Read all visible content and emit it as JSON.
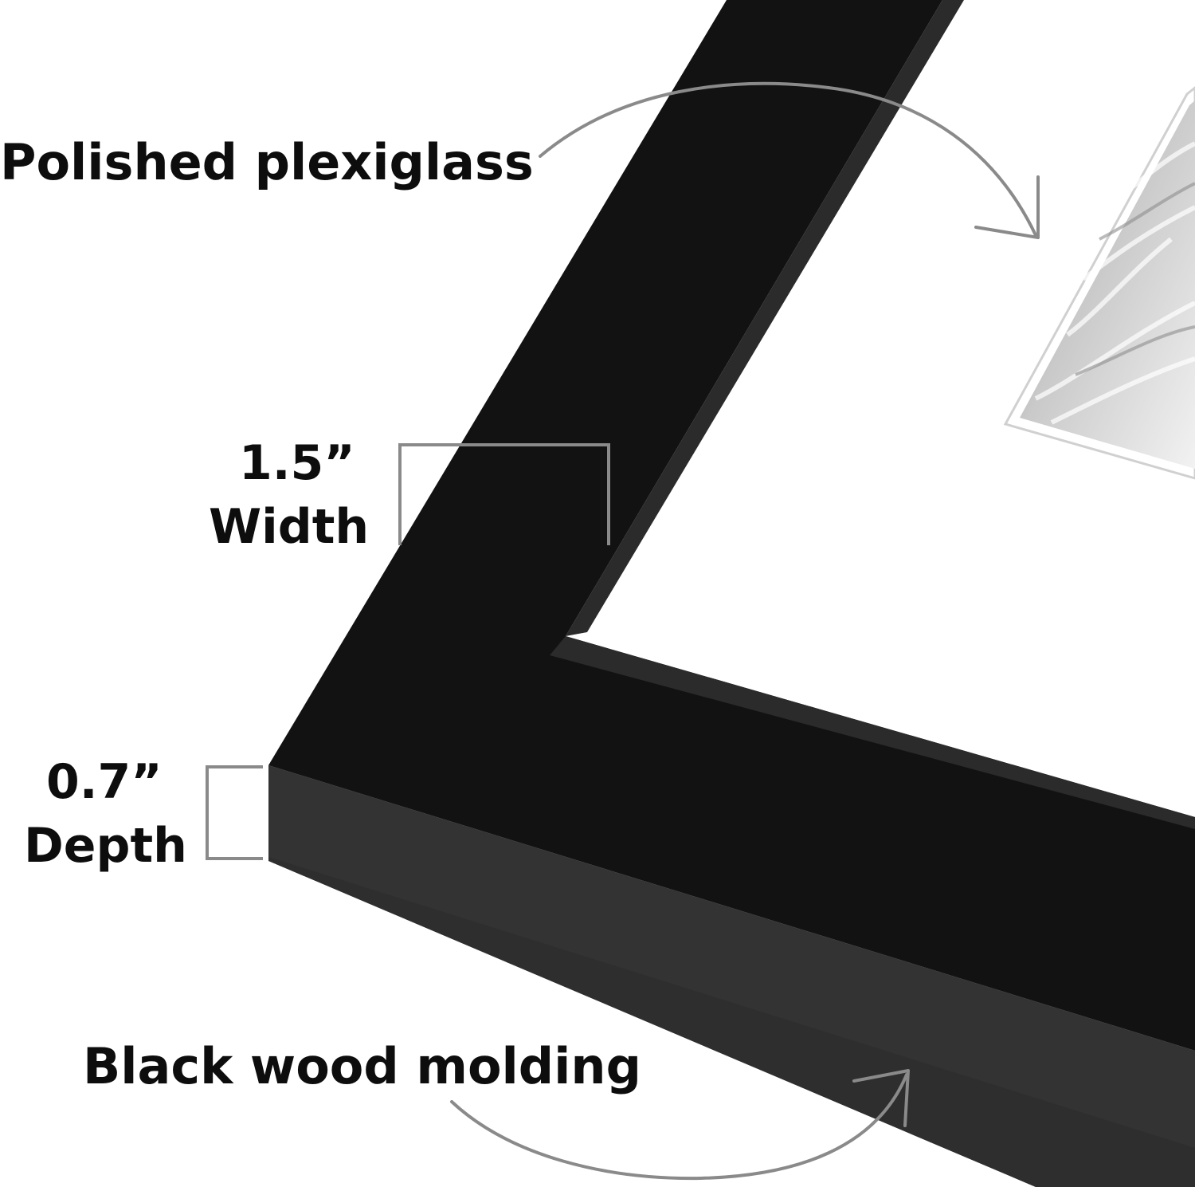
{
  "callouts": {
    "plexiglass": "Polished plexiglass",
    "width_value": "1.5”",
    "width_name": "Width",
    "depth_value": "0.7”",
    "depth_name": "Depth",
    "molding": "Black wood molding"
  },
  "colors": {
    "background": "#ffffff",
    "frame_face": "#121212",
    "frame_inner_bevel": "#2b2b2b",
    "frame_side": "#333333",
    "mat": "#ffffff",
    "photo_gray": "#bdbdbd",
    "callout_line": "#8a8a8a",
    "text": "#0d0d0d"
  },
  "icons": [
    "curved-arrow-icon",
    "bracket-icon"
  ]
}
